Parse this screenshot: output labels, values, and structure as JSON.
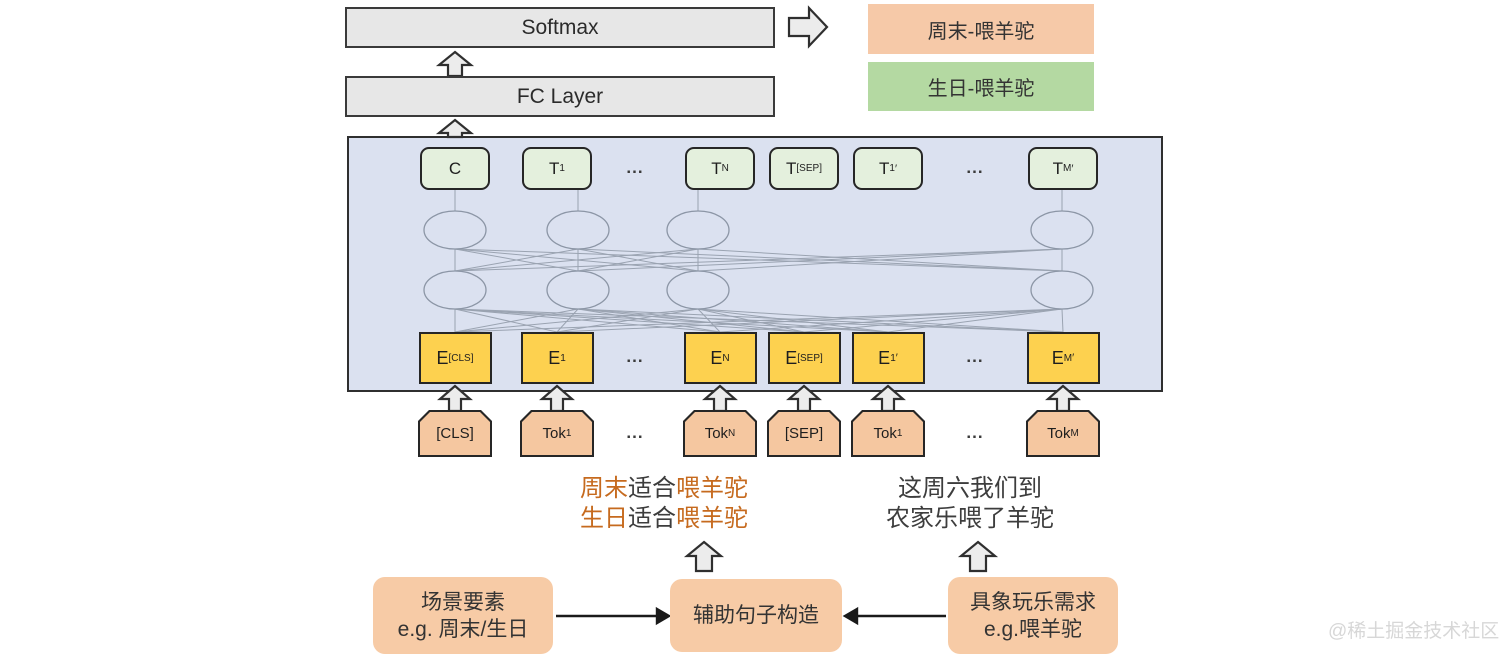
{
  "classifier": {
    "softmax_label": "Softmax",
    "fc_label": "FC Layer"
  },
  "results": [
    {
      "label": "周末-喂羊驼",
      "bg": "#f6c9a8"
    },
    {
      "label": "生日-喂羊驼",
      "bg": "#b4d9a2"
    }
  ],
  "encoder": {
    "unit_row": [
      {
        "b": "C"
      },
      {
        "b": "T",
        "s": "1"
      },
      {
        "d": 1
      },
      {
        "b": "T",
        "s": "N"
      },
      {
        "b": "T",
        "s": "[SEP]"
      },
      {
        "b": "T",
        "s": "1",
        "p": 1
      },
      {
        "d": 1
      },
      {
        "b": "T",
        "s": "M",
        "p": 1
      }
    ],
    "embedding_row": [
      {
        "b": "E",
        "s": "[CLS]"
      },
      {
        "b": "E",
        "s": "1"
      },
      {
        "d": 1
      },
      {
        "b": "E",
        "s": "N"
      },
      {
        "b": "E",
        "s": "[SEP]"
      },
      {
        "b": "E",
        "s": "1",
        "p": 1
      },
      {
        "d": 1
      },
      {
        "b": "E",
        "s": "M",
        "p": 1
      }
    ],
    "token_row": [
      {
        "b": "[CLS]"
      },
      {
        "b": "Tok",
        "s": "1"
      },
      {
        "d": 1
      },
      {
        "b": "Tok",
        "s": "N"
      },
      {
        "b": "[SEP]"
      },
      {
        "b": "Tok",
        "s": "1"
      },
      {
        "d": 1
      },
      {
        "b": "Tok",
        "s": "M"
      }
    ]
  },
  "sentences": {
    "auxiliary": [
      [
        {
          "t": "周末",
          "c": "#c66a1e"
        },
        {
          "t": "适合",
          "c": "#3d3d3d"
        },
        {
          "t": "喂羊驼",
          "c": "#c66a1e"
        }
      ],
      [
        {
          "t": "生日",
          "c": "#c66a1e"
        },
        {
          "t": "适合",
          "c": "#3d3d3d"
        },
        {
          "t": "喂羊驼",
          "c": "#c66a1e"
        }
      ]
    ],
    "original": [
      [
        {
          "t": "这周六我们到",
          "c": "#3d3d3d"
        }
      ],
      [
        {
          "t": "农家乐喂了羊驼",
          "c": "#3d3d3d"
        }
      ]
    ]
  },
  "pipeline": {
    "scene": {
      "line1": "场景要素",
      "line2": "e.g. 周末/生日"
    },
    "builder": {
      "line1": "辅助句子构造"
    },
    "demand": {
      "line1": "具象玩乐需求",
      "line2": "e.g.喂羊驼"
    }
  },
  "watermark": "@稀土掘金技术社区",
  "colors": {
    "panel_bg": "#dbe1f0",
    "unit_node_bg": "#e4f0dd",
    "embedding_node_bg": "#fdd14f",
    "token_node_bg": "#f5c7a0",
    "result_weekend_bg": "#f6c9a8",
    "result_birthday_bg": "#b4d9a2",
    "pipeline_box_bg": "#f7cba6",
    "gray_box_bg": "#e7e7e7",
    "orange_text": "#c66a1e"
  }
}
